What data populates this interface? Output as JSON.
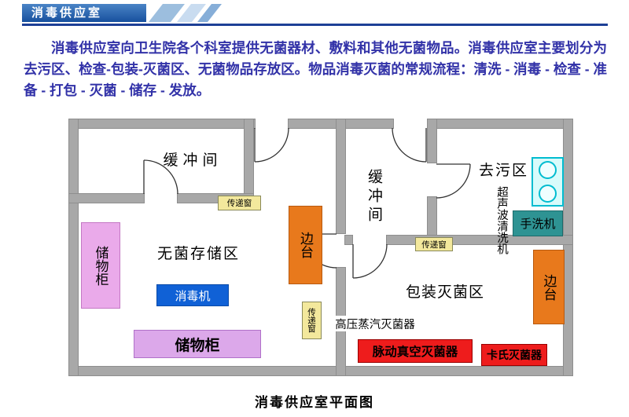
{
  "header": {
    "title": "消毒供应室"
  },
  "intro": {
    "text": "消毒供应室向卫生院各个科室提供无菌器材、敷料和其他无菌物品。消毒供应室主要划分为去污区、检查-包装-灭菌区、无菌物品存放区。物品消毒灭菌的常规流程：清洗 - 消毒 - 检查 - 准备 - 打包 - 灭菌 - 储存 - 发放。"
  },
  "plan": {
    "rooms": {
      "buffer_left": "缓冲间",
      "sterile_storage": "无菌存储区",
      "buffer_mid": "缓冲间",
      "decontamination": "去污区",
      "packaging_sterilization": "包装灭菌区"
    },
    "equipment": {
      "storage_cabinet_left": "储物柜",
      "storage_cabinet_bottom": "储物柜",
      "disinfector": "消毒机",
      "side_table_left": "边台",
      "side_table_right": "边台",
      "pass_window_1": "传递窗",
      "pass_window_2": "传递窗",
      "pass_window_3": "传递窗",
      "ultrasonic_cleaner": "超声波清洗机",
      "hand_washer": "手洗机",
      "autoclave": "高压蒸汽灭菌器",
      "pulse_vacuum_sterilizer": "脉动真空灭菌器",
      "cassette_sterilizer": "卡氏灭菌器"
    },
    "colors": {
      "wall": "#a8a8a8",
      "cabinet_pink": "#eaaaea",
      "cabinet_violet": "#dca8ea",
      "side_table_orange": "#e8791c",
      "pass_window_yellow": "#f3e89c",
      "disinfector_blue": "#1061d6",
      "sterilizer_red": "#ee1c1c",
      "hand_washer_teal": "#2e9393",
      "sink_cyan": "#00bcd0",
      "banner_blue": "#17509e",
      "intro_text_blue": "#3232a8"
    }
  },
  "caption": "消毒供应室平面图"
}
